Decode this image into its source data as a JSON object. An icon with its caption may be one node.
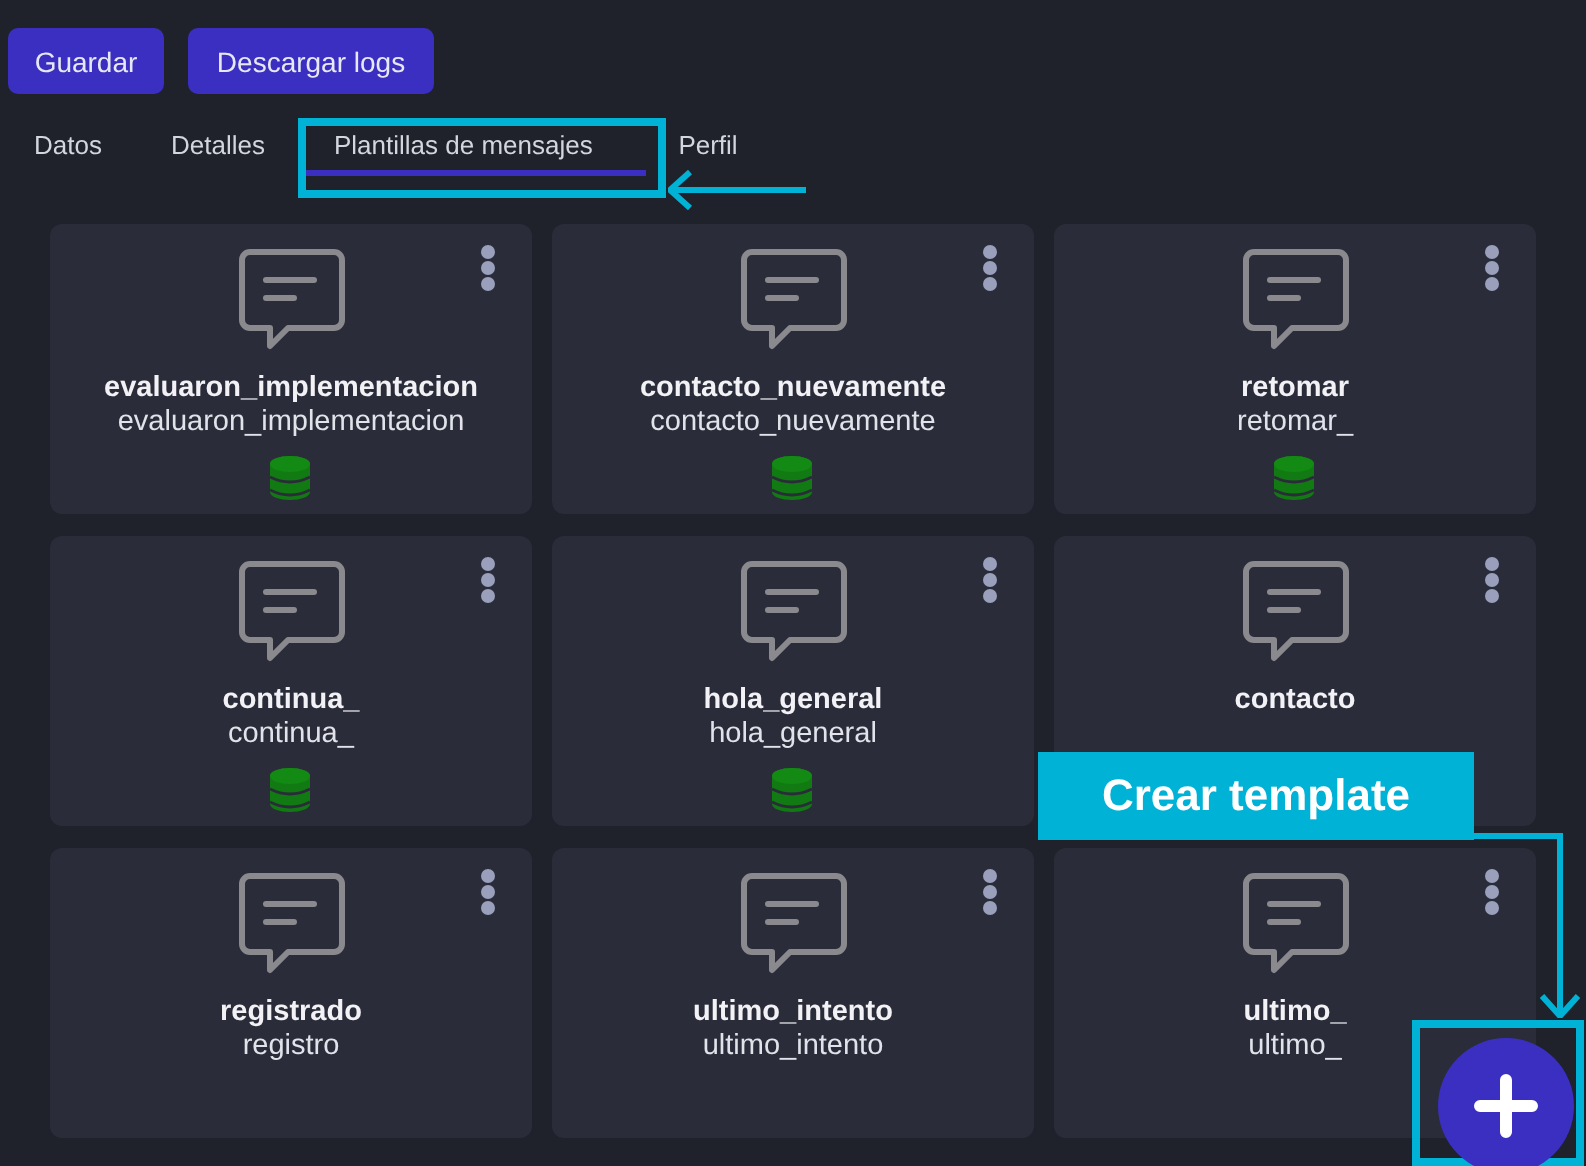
{
  "diagram": {
    "nodes": [
      {
        "text": [
          "Guardar"
        ]
      },
      {
        "text": [
          "Descargar logs"
        ]
      },
      {
        "text": [
          "Datos"
        ]
      },
      {
        "text": [
          "Detalles"
        ]
      },
      {
        "text": [
          "Plantillas de mensajes"
        ]
      },
      {
        "text": [
          "Perfil"
        ]
      },
      {
        "text": [
          "evaluaron_implementacion",
          "evaluaron_implementacion"
        ]
      },
      {
        "text": [
          "contacto_nuevamente",
          "contacto_nuevamente"
        ]
      },
      {
        "text": [
          "retomar",
          "retomar_"
        ]
      },
      {
        "text": [
          "continua_",
          "continua_"
        ]
      },
      {
        "text": [
          "hola_general",
          "hola_general"
        ]
      },
      {
        "text": [
          "contacto"
        ]
      },
      {
        "text": [
          "registrado",
          "registro"
        ]
      },
      {
        "text": [
          "ultimo_intento",
          "ultimo_intento"
        ]
      },
      {
        "text": [
          "ultimo_",
          "ultimo_"
        ]
      },
      {
        "text": [
          "Crear template"
        ]
      },
      {
        "text": [],
        "shape": "circle"
      }
    ],
    "edges": [
      {
        "from": null,
        "to": 4,
        "arrow": "to"
      },
      {
        "from": 15,
        "to": 16,
        "arrow": "to"
      }
    ]
  }
}
